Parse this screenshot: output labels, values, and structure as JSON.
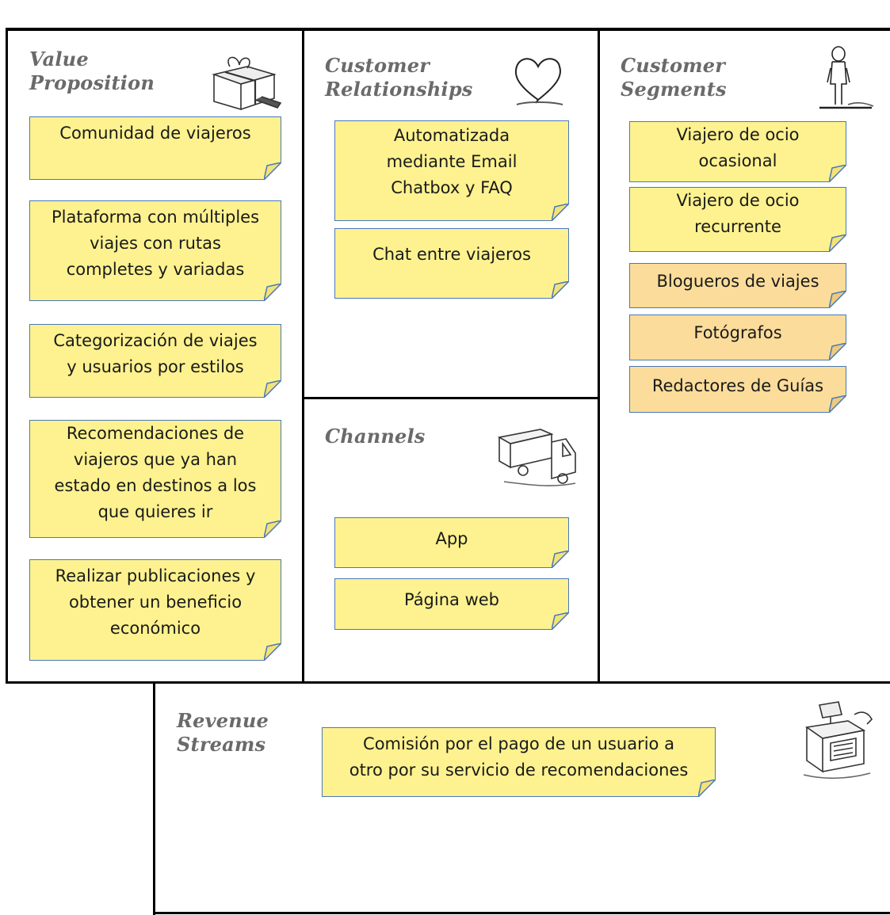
{
  "sections": {
    "value_proposition": {
      "title": "Value\nProposition",
      "icon": "gift-icon",
      "notes": [
        "Comunidad de viajeros",
        "Plataforma con múltiples\nviajes con rutas\ncompletes y variadas",
        "Categorización de viajes\ny usuarios por estilos",
        "Recomendaciones de\nviajeros que ya han\nestado en destinos a los\nque quieres ir",
        "Realizar publicaciones y\nobtener un beneficio\neconómico"
      ]
    },
    "customer_relationships": {
      "title": "Customer\nRelationships",
      "icon": "heart-icon",
      "notes": [
        "Automatizada\nmediante Email\nChatbox y FAQ",
        "Chat entre viajeros"
      ]
    },
    "channels": {
      "title": "Channels",
      "icon": "truck-icon",
      "notes": [
        "App",
        "Página web"
      ]
    },
    "customer_segments": {
      "title": "Customer\nSegments",
      "icon": "person-icon",
      "notes": [
        "Viajero de ocio\nocasional",
        "Viajero de ocio\nrecurrente",
        "Blogueros de viajes",
        "Fotógrafos",
        "Redactores de Guías"
      ]
    },
    "revenue_streams": {
      "title": "Revenue\nStreams",
      "icon": "cash-register-icon",
      "notes": [
        "Comisión por el pago de un usuario a\notro por su servicio de recomendaciones"
      ]
    }
  },
  "colors": {
    "note_yellow": "#fdf28f",
    "note_orange": "#fbdc9a",
    "note_border": "#4a78b8"
  }
}
